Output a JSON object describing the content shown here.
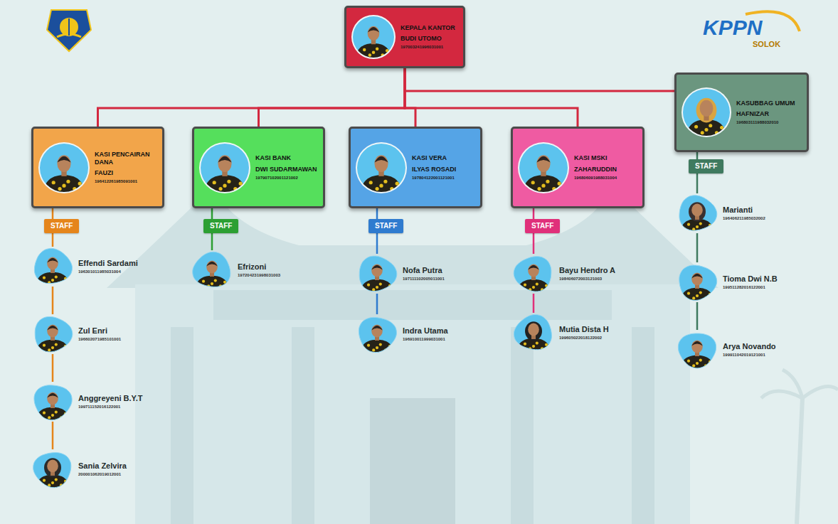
{
  "diagram": {
    "nodes": [
      {
        "text": [
          "KEPALA KANTOR",
          "BUDI UTOMO",
          "197003241996031001"
        ]
      },
      {
        "text": [
          "KASI PENCAIRAN DANA",
          "FAUZI",
          "196412261985091001"
        ]
      },
      {
        "text": [
          "KASI BANK",
          "DWI SUDARMAWAN",
          "197907102001121002"
        ]
      },
      {
        "text": [
          "KASI VERA",
          "ILYAS ROSADI",
          "197804122001121001"
        ]
      },
      {
        "text": [
          "KASI MSKI",
          "ZAHARUDDIN",
          "196806091988031004"
        ]
      },
      {
        "text": [
          "KASUBBAG UMUM",
          "HAFNIZAR",
          "196803111988032010"
        ]
      },
      {
        "text": [
          "STAFF"
        ]
      },
      {
        "text": [
          "Effendi Sardami",
          "196301011985031004"
        ]
      },
      {
        "text": [
          "Zul Enri",
          "196602071985101001"
        ]
      },
      {
        "text": [
          "Anggreyeni B.Y.T",
          "199711152016122001"
        ]
      },
      {
        "text": [
          "Sania Zelvira",
          "200001062019012001"
        ]
      },
      {
        "text": [
          "STAFF"
        ]
      },
      {
        "text": [
          "Efrizoni",
          "197204231998031003"
        ]
      },
      {
        "text": [
          "STAFF"
        ]
      },
      {
        "text": [
          "Nofa Putra",
          "197111102005011001"
        ]
      },
      {
        "text": [
          "Indra Utama",
          "196910011999031001"
        ]
      },
      {
        "text": [
          "STAFF"
        ]
      },
      {
        "text": [
          "Bayu Hendro A",
          "198406072003121003"
        ]
      },
      {
        "text": [
          "Mutia Dista H",
          "199605022018122002"
        ]
      },
      {
        "text": [
          "STAFF"
        ]
      },
      {
        "text": [
          "Marianti",
          "196406211985032002"
        ]
      },
      {
        "text": [
          "Tioma Dwi N.B",
          "199511282016122001"
        ]
      },
      {
        "text": [
          "Arya Novando",
          "199911042019121001"
        ]
      }
    ],
    "edges": [
      {
        "from": 0,
        "to": 1,
        "arrow": "none"
      },
      {
        "from": 0,
        "to": 2,
        "arrow": "none"
      },
      {
        "from": 0,
        "to": 3,
        "arrow": "none"
      },
      {
        "from": 0,
        "to": 4,
        "arrow": "none"
      },
      {
        "from": 0,
        "to": 5,
        "arrow": "none"
      },
      {
        "from": 1,
        "to": 6,
        "arrow": "none"
      },
      {
        "from": 6,
        "to": 7,
        "arrow": "none"
      },
      {
        "from": 7,
        "to": 8,
        "arrow": "none"
      },
      {
        "from": 8,
        "to": 9,
        "arrow": "none"
      },
      {
        "from": 9,
        "to": 10,
        "arrow": "none"
      },
      {
        "from": 2,
        "to": 11,
        "arrow": "none"
      },
      {
        "from": 11,
        "to": 12,
        "arrow": "none"
      },
      {
        "from": 3,
        "to": 13,
        "arrow": "none"
      },
      {
        "from": 13,
        "to": 14,
        "arrow": "none"
      },
      {
        "from": 14,
        "to": 15,
        "arrow": "none"
      },
      {
        "from": 4,
        "to": 16,
        "arrow": "none"
      },
      {
        "from": 16,
        "to": 17,
        "arrow": "none"
      },
      {
        "from": 17,
        "to": 18,
        "arrow": "none"
      },
      {
        "from": 5,
        "to": 19,
        "arrow": "none"
      },
      {
        "from": 19,
        "to": 20,
        "arrow": "none"
      },
      {
        "from": 20,
        "to": 21,
        "arrow": "none"
      },
      {
        "from": 21,
        "to": 22,
        "arrow": "none"
      }
    ],
    "labels": [
      "KPPN",
      "SOLOK"
    ]
  }
}
